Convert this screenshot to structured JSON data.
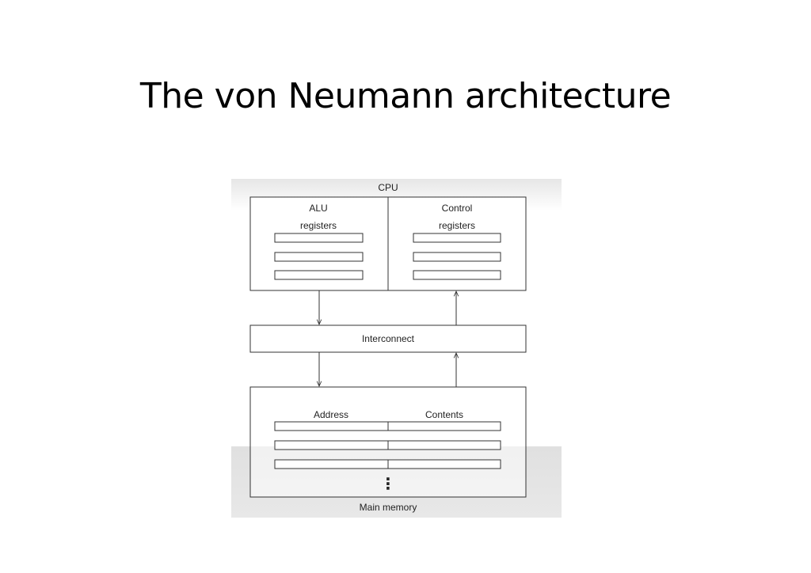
{
  "slide": {
    "title": "The von Neumann architecture"
  },
  "diagram": {
    "cpu_label": "CPU",
    "alu_label": "ALU",
    "alu_registers_label": "registers",
    "control_label": "Control",
    "control_registers_label": "registers",
    "interconnect_label": "Interconnect",
    "memory_address_header": "Address",
    "memory_contents_header": "Contents",
    "memory_ellipsis": "⋮",
    "main_memory_label": "Main memory"
  }
}
